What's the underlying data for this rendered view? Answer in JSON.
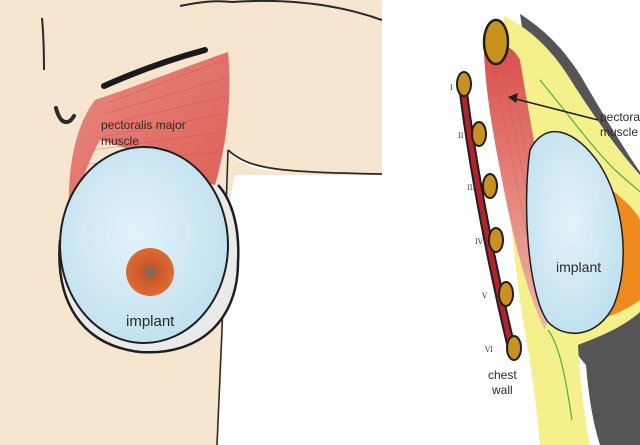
{
  "front_view": {
    "muscle_label_line1": "pectoralis major",
    "muscle_label_line2": "muscle",
    "implant_label": "implant"
  },
  "side_view": {
    "muscle_label_line1": "pectoralis",
    "muscle_label_line2": "muscle",
    "implant_label": "implant",
    "chest_wall_line1": "chest",
    "chest_wall_line2": "wall",
    "rib_numerals": [
      "I",
      "II",
      "III",
      "IV",
      "V",
      "VI"
    ]
  },
  "colors": {
    "skin": "#f6e5cf",
    "muscle": "#e06a62",
    "implant": "#cfe9f4",
    "nipple": "#d9622b",
    "rib": "#c8921c",
    "chest_wall": "#b5212a",
    "fat": "#f4f08c",
    "outline": "#1f1f1f"
  }
}
